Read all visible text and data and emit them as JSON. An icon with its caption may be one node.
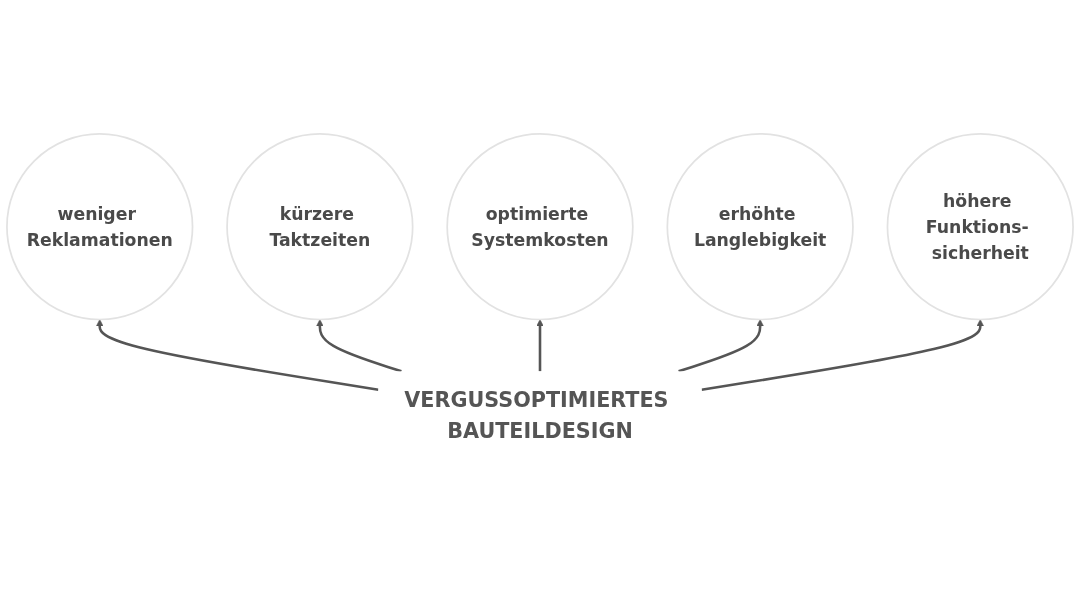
{
  "diagram": {
    "nodes": [
      {
        "text": [
          "weniger Reklamationen"
        ]
      },
      {
        "text": [
          "kürzere Taktzeiten"
        ]
      },
      {
        "text": [
          "optimierte Systemkosten"
        ]
      },
      {
        "text": [
          "erhöhte Langlebigkeit"
        ]
      },
      {
        "text": [
          "VERGUSSOPTIMIERTES BAUTEILDESIGN"
        ]
      },
      {
        "text": [
          "höhere Funktions- sicherheit"
        ]
      }
    ],
    "edges": [
      {
        "from": 4,
        "to": 0,
        "arrow": "to"
      },
      {
        "from": 4,
        "to": 1,
        "arrow": "to"
      },
      {
        "from": 4,
        "to": 2,
        "arrow": "to"
      },
      {
        "from": 4,
        "to": 3,
        "arrow": "to"
      },
      {
        "from": 4,
        "to": 5,
        "arrow": "to"
      }
    ]
  }
}
